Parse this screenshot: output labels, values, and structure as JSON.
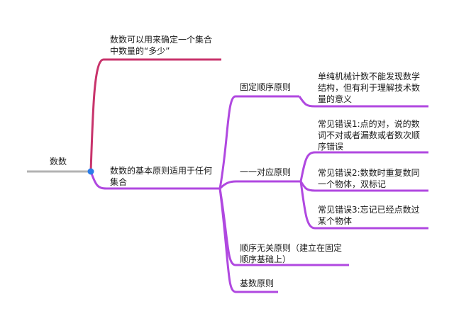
{
  "root": {
    "label": "数数"
  },
  "branches": [
    {
      "label": "数数可以用来确定一个集合中数量的“多少”"
    },
    {
      "label": "数数的基本原则适用于任何集合"
    }
  ],
  "principles": [
    {
      "label": "固定顺序原则"
    },
    {
      "label": "一一对应原则"
    },
    {
      "label": "顺序无关原则（建立在固定顺序基础上）"
    },
    {
      "label": "基数原则"
    }
  ],
  "details": [
    {
      "label": "单纯机械计数不能发现数学结构，但有利于理解技术数量的意义"
    },
    {
      "label": "常见错误1:点的对，说的数词不对或者漏数或者数次顺序错误"
    },
    {
      "label": "常见错误2:数数时重复数同一个物体，双标记"
    },
    {
      "label": "常见错误3:忘记已经点数过某个物体"
    }
  ],
  "colors": {
    "root_line": "#b3b3b3",
    "root_dot": "#2b7de9",
    "branch_1": "#c8336b",
    "branch_2": "#b048e0"
  }
}
